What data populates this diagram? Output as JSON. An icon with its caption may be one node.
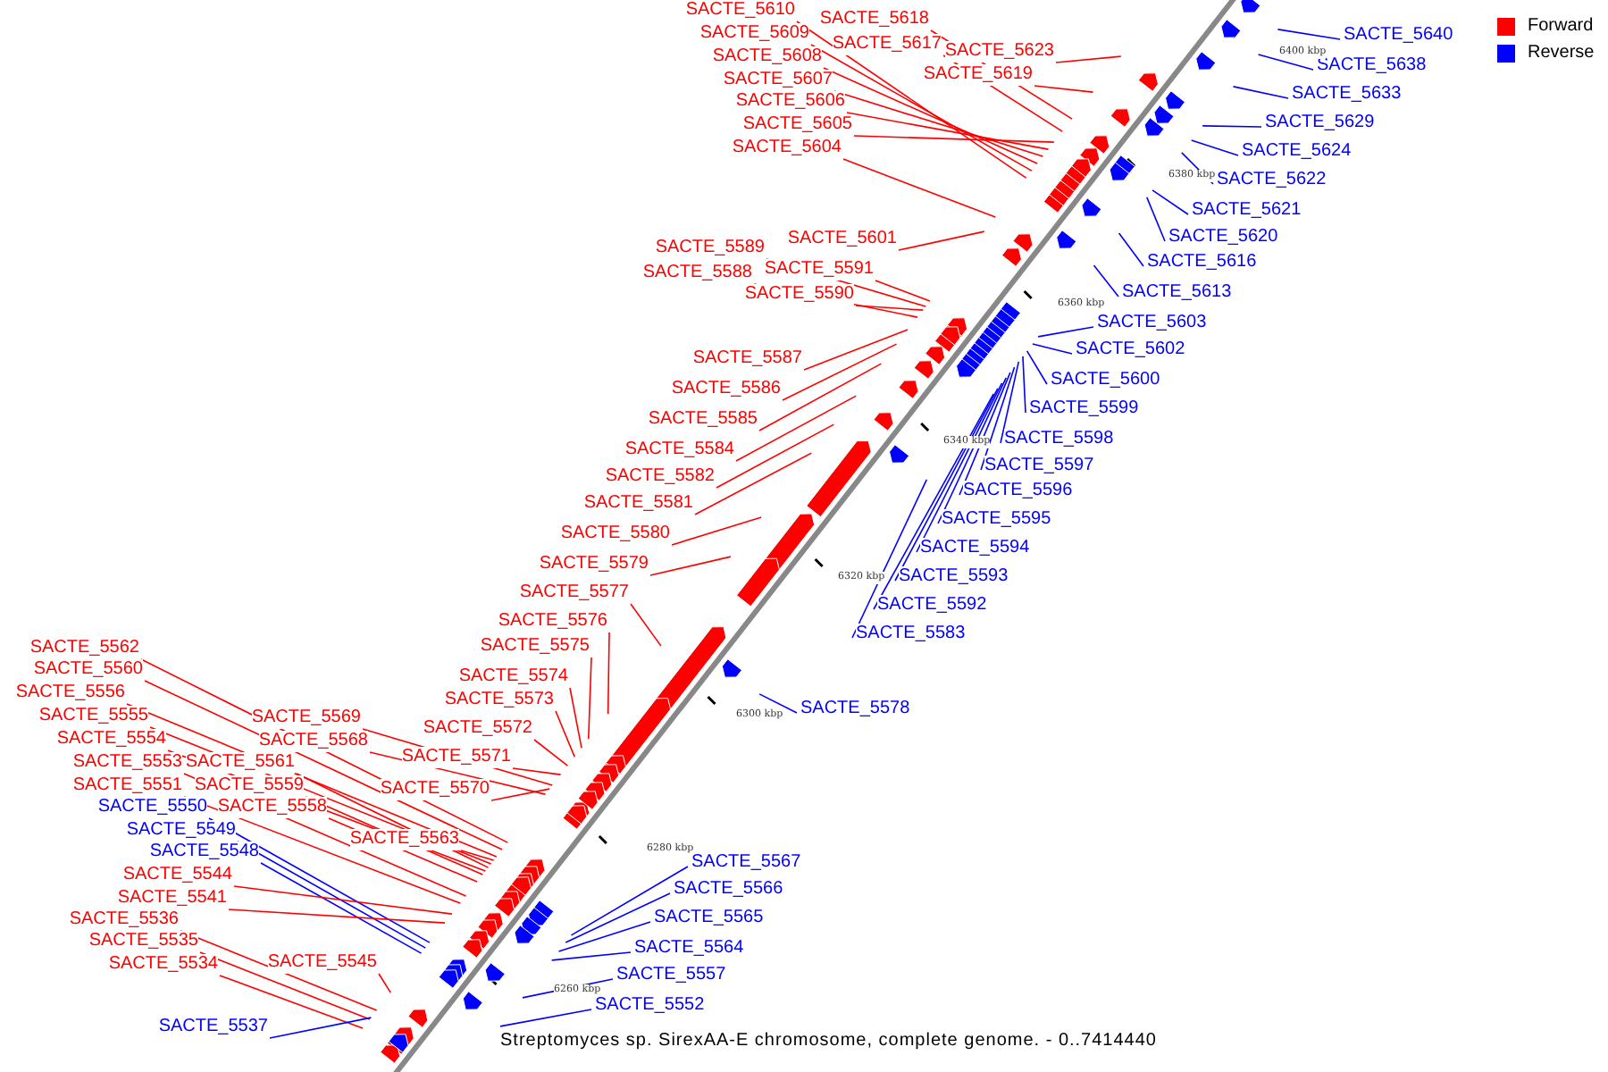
{
  "diagram": {
    "caption": "Streptomyces sp. SirexAA-E chromosome, complete genome. - 0..7414440",
    "nodes": [
      {
        "text": [
          "SACTE_5610"
        ]
      },
      {
        "text": [
          "SACTE_5618"
        ]
      },
      {
        "text": [
          "SACTE_5640"
        ]
      },
      {
        "text": [
          "SACTE_5609"
        ]
      },
      {
        "text": [
          "SACTE_5617"
        ]
      },
      {
        "text": [
          "SACTE_5623"
        ]
      },
      {
        "text": [
          "SACTE_5608"
        ]
      },
      {
        "text": [
          "SACTE_5638"
        ]
      },
      {
        "text": [
          "SACTE_5619"
        ]
      },
      {
        "text": [
          "SACTE_5607"
        ]
      },
      {
        "text": [
          "SACTE_5633"
        ]
      },
      {
        "text": [
          "SACTE_5606"
        ]
      },
      {
        "text": [
          "SACTE_5629"
        ]
      },
      {
        "text": [
          "SACTE_5605"
        ]
      },
      {
        "text": [
          "SACTE_5604"
        ]
      },
      {
        "text": [
          "SACTE_5624"
        ]
      },
      {
        "text": [
          "SACTE_5622"
        ]
      },
      {
        "text": [
          "SACTE_5621"
        ]
      },
      {
        "text": [
          "SACTE_5620"
        ]
      },
      {
        "text": [
          "SACTE_5601"
        ]
      },
      {
        "text": [
          "SACTE_5589"
        ]
      },
      {
        "text": [
          "SACTE_5616"
        ]
      },
      {
        "text": [
          "SACTE_5591"
        ]
      },
      {
        "text": [
          "SACTE_5588"
        ]
      },
      {
        "text": [
          "SACTE_5613"
        ]
      },
      {
        "text": [
          "SACTE_5590"
        ]
      },
      {
        "text": [
          "SACTE_5603"
        ]
      },
      {
        "text": [
          "SACTE_5602"
        ]
      },
      {
        "text": [
          "SACTE_5587"
        ]
      },
      {
        "text": [
          "SACTE_5600"
        ]
      },
      {
        "text": [
          "SACTE_5586"
        ]
      },
      {
        "text": [
          "SACTE_5599"
        ]
      },
      {
        "text": [
          "SACTE_5585"
        ]
      },
      {
        "text": [
          "SACTE_5598"
        ]
      },
      {
        "text": [
          "SACTE_5584"
        ]
      },
      {
        "text": [
          "SACTE_5597"
        ]
      },
      {
        "text": [
          "SACTE_5582"
        ]
      },
      {
        "text": [
          "SACTE_5596"
        ]
      },
      {
        "text": [
          "SACTE_5581"
        ]
      },
      {
        "text": [
          "SACTE_5595"
        ]
      },
      {
        "text": [
          "SACTE_5580"
        ]
      },
      {
        "text": [
          "SACTE_5594"
        ]
      },
      {
        "text": [
          "SACTE_5579"
        ]
      },
      {
        "text": [
          "SACTE_5593"
        ]
      },
      {
        "text": [
          "SACTE_5577"
        ]
      },
      {
        "text": [
          "SACTE_5592"
        ]
      },
      {
        "text": [
          "SACTE_5576"
        ]
      },
      {
        "text": [
          "SACTE_5583"
        ]
      },
      {
        "text": [
          "SACTE_5562"
        ]
      },
      {
        "text": [
          "SACTE_5575"
        ]
      },
      {
        "text": [
          "SACTE_5560"
        ]
      },
      {
        "text": [
          "SACTE_5574"
        ]
      },
      {
        "text": [
          "SACTE_5556"
        ]
      },
      {
        "text": [
          "SACTE_5573"
        ]
      },
      {
        "text": [
          "SACTE_5578"
        ]
      },
      {
        "text": [
          "SACTE_5569"
        ]
      },
      {
        "text": [
          "SACTE_5555"
        ]
      },
      {
        "text": [
          "SACTE_5572"
        ]
      },
      {
        "text": [
          "SACTE_5568"
        ]
      },
      {
        "text": [
          "SACTE_5554"
        ]
      },
      {
        "text": [
          "SACTE_5571"
        ]
      },
      {
        "text": [
          "SACTE_5553"
        ]
      },
      {
        "text": [
          "SACTE_5561"
        ]
      },
      {
        "text": [
          "SACTE_5551"
        ]
      },
      {
        "text": [
          "SACTE_5559"
        ]
      },
      {
        "text": [
          "SACTE_5570"
        ]
      },
      {
        "text": [
          "SACTE_5550"
        ]
      },
      {
        "text": [
          "SACTE_5558"
        ]
      },
      {
        "text": [
          "SACTE_5549"
        ]
      },
      {
        "text": [
          "SACTE_5563"
        ]
      },
      {
        "text": [
          "SACTE_5548"
        ]
      },
      {
        "text": [
          "SACTE_5567"
        ]
      },
      {
        "text": [
          "SACTE_5544"
        ]
      },
      {
        "text": [
          "SACTE_5566"
        ]
      },
      {
        "text": [
          "SACTE_5541"
        ]
      },
      {
        "text": [
          "SACTE_5536"
        ]
      },
      {
        "text": [
          "SACTE_5565"
        ]
      },
      {
        "text": [
          "SACTE_5535"
        ]
      },
      {
        "text": [
          "SACTE_5564"
        ]
      },
      {
        "text": [
          "SACTE_5545"
        ]
      },
      {
        "text": [
          "SACTE_5534"
        ]
      },
      {
        "text": [
          "SACTE_5557"
        ]
      },
      {
        "text": [
          "SACTE_5552"
        ]
      },
      {
        "text": [
          "SACTE_5537"
        ]
      }
    ],
    "edges": [
      {
        "from": 0,
        "to": null,
        "arrow": "none"
      },
      {
        "from": 1,
        "to": null,
        "arrow": "none"
      },
      {
        "from": 2,
        "to": null,
        "arrow": "none",
        "color": "#0000ff"
      },
      {
        "from": 3,
        "to": null,
        "arrow": "none"
      },
      {
        "from": 4,
        "to": null,
        "arrow": "none"
      },
      {
        "from": 5,
        "to": null,
        "arrow": "none"
      },
      {
        "from": 6,
        "to": null,
        "arrow": "none"
      },
      {
        "from": 7,
        "to": null,
        "arrow": "none",
        "color": "#0000ff"
      },
      {
        "from": 8,
        "to": null,
        "arrow": "none"
      },
      {
        "from": 9,
        "to": null,
        "arrow": "none"
      },
      {
        "from": 10,
        "to": null,
        "arrow": "none",
        "color": "#0000ff"
      },
      {
        "from": 11,
        "to": null,
        "arrow": "none"
      },
      {
        "from": 12,
        "to": null,
        "arrow": "none",
        "color": "#0000ff"
      },
      {
        "from": 13,
        "to": null,
        "arrow": "none"
      },
      {
        "from": 14,
        "to": null,
        "arrow": "none"
      },
      {
        "from": 15,
        "to": null,
        "arrow": "none",
        "color": "#0000ff"
      },
      {
        "from": 16,
        "to": null,
        "arrow": "none",
        "color": "#0000ff"
      },
      {
        "from": 17,
        "to": null,
        "arrow": "none",
        "color": "#0000ff"
      },
      {
        "from": 18,
        "to": null,
        "arrow": "none",
        "color": "#0000ff"
      },
      {
        "from": 19,
        "to": null,
        "arrow": "none"
      },
      {
        "from": 20,
        "to": null,
        "arrow": "none"
      },
      {
        "from": 21,
        "to": null,
        "arrow": "none",
        "color": "#0000ff"
      },
      {
        "from": 22,
        "to": null,
        "arrow": "none"
      },
      {
        "from": 23,
        "to": null,
        "arrow": "none"
      },
      {
        "from": 24,
        "to": null,
        "arrow": "none",
        "color": "#0000ff"
      },
      {
        "from": 25,
        "to": null,
        "arrow": "none"
      },
      {
        "from": 26,
        "to": null,
        "arrow": "none",
        "color": "#0000ff"
      },
      {
        "from": 27,
        "to": null,
        "arrow": "none",
        "color": "#0000ff"
      },
      {
        "from": 28,
        "to": null,
        "arrow": "none"
      },
      {
        "from": 29,
        "to": null,
        "arrow": "none",
        "color": "#0000ff"
      },
      {
        "from": 30,
        "to": null,
        "arrow": "none"
      },
      {
        "from": 31,
        "to": null,
        "arrow": "none",
        "color": "#0000ff"
      },
      {
        "from": 32,
        "to": null,
        "arrow": "none"
      },
      {
        "from": 33,
        "to": null,
        "arrow": "none",
        "color": "#0000ff"
      },
      {
        "from": 34,
        "to": null,
        "arrow": "none"
      },
      {
        "from": 35,
        "to": null,
        "arrow": "none",
        "color": "#0000ff"
      },
      {
        "from": 36,
        "to": null,
        "arrow": "none"
      },
      {
        "from": 37,
        "to": null,
        "arrow": "none",
        "color": "#0000ff"
      },
      {
        "from": 38,
        "to": null,
        "arrow": "none"
      },
      {
        "from": 39,
        "to": null,
        "arrow": "none",
        "color": "#0000ff"
      },
      {
        "from": 40,
        "to": null,
        "arrow": "none"
      },
      {
        "from": 41,
        "to": null,
        "arrow": "none",
        "color": "#0000ff"
      },
      {
        "from": 42,
        "to": null,
        "arrow": "none"
      },
      {
        "from": 43,
        "to": null,
        "arrow": "none",
        "color": "#0000ff"
      },
      {
        "from": 44,
        "to": null,
        "arrow": "none"
      },
      {
        "from": 45,
        "to": null,
        "arrow": "none",
        "color": "#0000ff"
      },
      {
        "from": 46,
        "to": null,
        "arrow": "none"
      },
      {
        "from": 47,
        "to": null,
        "arrow": "none",
        "color": "#0000ff"
      },
      {
        "from": 48,
        "to": null,
        "arrow": "none"
      },
      {
        "from": 49,
        "to": null,
        "arrow": "none"
      },
      {
        "from": 50,
        "to": null,
        "arrow": "none"
      },
      {
        "from": 51,
        "to": null,
        "arrow": "none"
      },
      {
        "from": 52,
        "to": null,
        "arrow": "none"
      },
      {
        "from": 53,
        "to": null,
        "arrow": "none"
      },
      {
        "from": 54,
        "to": null,
        "arrow": "none",
        "color": "#0000ff"
      },
      {
        "from": 55,
        "to": null,
        "arrow": "none"
      },
      {
        "from": 56,
        "to": null,
        "arrow": "none"
      },
      {
        "from": 57,
        "to": null,
        "arrow": "none"
      },
      {
        "from": 58,
        "to": null,
        "arrow": "none"
      },
      {
        "from": 59,
        "to": null,
        "arrow": "none"
      },
      {
        "from": 60,
        "to": null,
        "arrow": "none"
      },
      {
        "from": 61,
        "to": null,
        "arrow": "none"
      },
      {
        "from": 62,
        "to": null,
        "arrow": "none"
      },
      {
        "from": 63,
        "to": null,
        "arrow": "none"
      },
      {
        "from": 64,
        "to": null,
        "arrow": "none"
      },
      {
        "from": 65,
        "to": null,
        "arrow": "none"
      },
      {
        "from": 66,
        "to": null,
        "arrow": "none",
        "color": "#0000ff"
      },
      {
        "from": 67,
        "to": null,
        "arrow": "none"
      },
      {
        "from": 68,
        "to": null,
        "arrow": "none",
        "color": "#0000ff"
      },
      {
        "from": 69,
        "to": null,
        "arrow": "none"
      },
      {
        "from": 70,
        "to": null,
        "arrow": "none",
        "color": "#0000ff"
      },
      {
        "from": 71,
        "to": null,
        "arrow": "none",
        "color": "#0000ff"
      },
      {
        "from": 72,
        "to": null,
        "arrow": "none"
      },
      {
        "from": 73,
        "to": null,
        "arrow": "none",
        "color": "#0000ff"
      },
      {
        "from": 74,
        "to": null,
        "arrow": "none"
      },
      {
        "from": 75,
        "to": null,
        "arrow": "none"
      },
      {
        "from": 76,
        "to": null,
        "arrow": "none",
        "color": "#0000ff"
      },
      {
        "from": 77,
        "to": null,
        "arrow": "none"
      },
      {
        "from": 78,
        "to": null,
        "arrow": "none",
        "color": "#0000ff"
      },
      {
        "from": 79,
        "to": null,
        "arrow": "none"
      },
      {
        "from": 80,
        "to": null,
        "arrow": "none"
      },
      {
        "from": 81,
        "to": null,
        "arrow": "none",
        "color": "#0000ff"
      },
      {
        "from": 82,
        "to": null,
        "arrow": "none",
        "color": "#0000ff"
      },
      {
        "from": 83,
        "to": null,
        "arrow": "none",
        "color": "#0000ff"
      }
    ],
    "labels": [
      "6400 kbp",
      "6380 kbp",
      "6360 kbp",
      "6340 kbp",
      "6320 kbp",
      "6300 kbp",
      "6280 kbp",
      "6260 kbp"
    ],
    "legend": [
      {
        "text": "Forward",
        "color": "#ff0000"
      },
      {
        "text": "Reverse",
        "color": "#0000ff"
      }
    ]
  }
}
